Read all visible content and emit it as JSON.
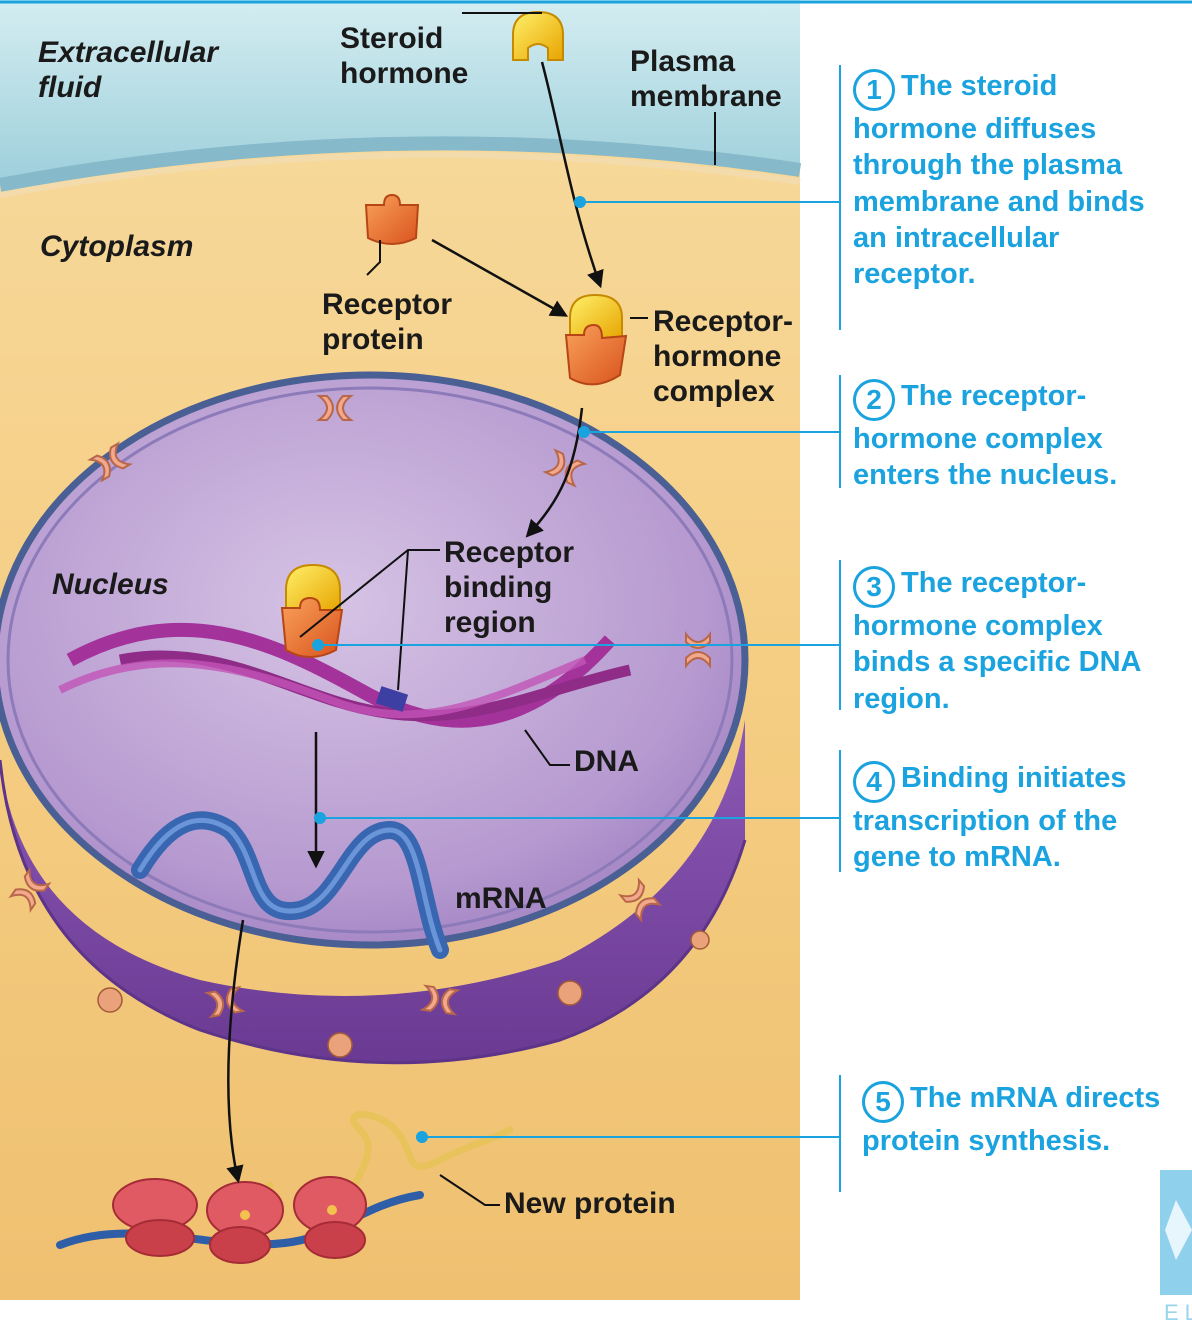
{
  "labels": {
    "extracellular_fluid": "Extracellular\nfluid",
    "steroid_hormone": "Steroid\nhormone",
    "plasma_membrane": "Plasma\nmembrane",
    "cytoplasm": "Cytoplasm",
    "receptor_protein": "Receptor\nprotein",
    "receptor_hormone_complex": "Receptor-\nhormone\ncomplex",
    "nucleus": "Nucleus",
    "receptor_binding_region": "Receptor\nbinding\nregion",
    "dna": "DNA",
    "mrna": "mRNA",
    "new_protein": "New protein"
  },
  "steps": [
    {
      "number": "1",
      "text": "The steroid hormone diffuses through the plasma membrane and binds an intracellular receptor."
    },
    {
      "number": "2",
      "text": "The receptor-hormone complex enters the nucleus."
    },
    {
      "number": "3",
      "text": "The receptor-hormone complex binds a specific DNA region."
    },
    {
      "number": "4",
      "text": "Binding initiates transcription of the gene to mRNA."
    },
    {
      "number": "5",
      "text": "The mRNA directs protein synthesis."
    }
  ],
  "logo": {
    "text": "EL"
  },
  "colors": {
    "accent": "#1aa3de",
    "extracellular": "#bfe3ea",
    "cytoplasm": "#f5cf86",
    "nucleus": "#a989c4",
    "dna": "#a3329a",
    "mrna": "#2f5ea8",
    "ribosome": "#d84a54",
    "hormone": "#f4c21c",
    "receptor": "#ef7a2e"
  }
}
